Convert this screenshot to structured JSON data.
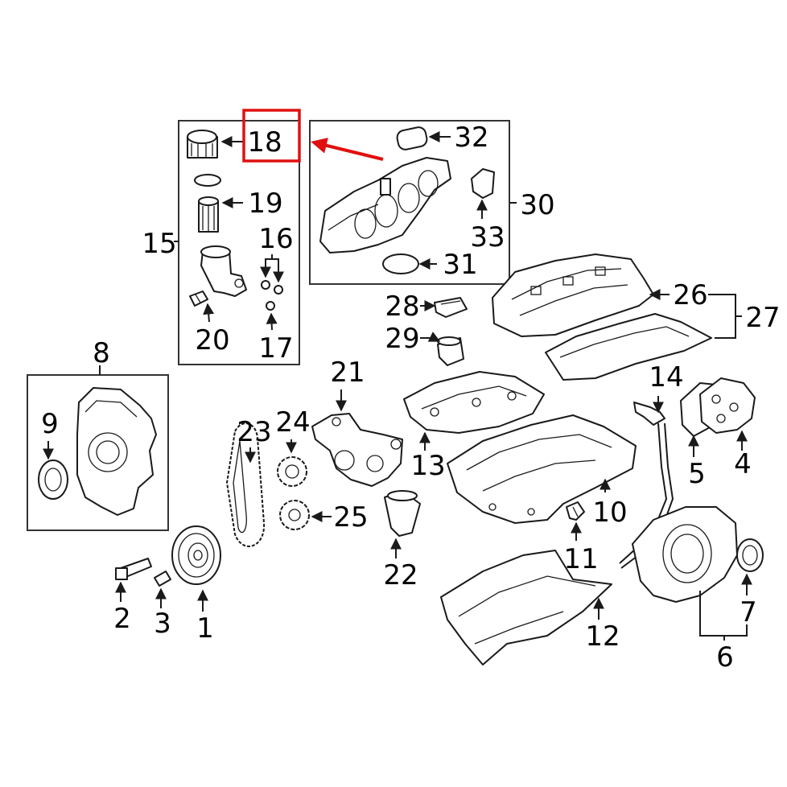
{
  "diagram": {
    "title": "",
    "highlight_color": "#e01010",
    "highlighted_callout": "18",
    "callouts": {
      "c1": "1",
      "c2": "2",
      "c3": "3",
      "c4": "4",
      "c5": "5",
      "c6": "6",
      "c7": "7",
      "c8": "8",
      "c9": "9",
      "c10": "10",
      "c11": "11",
      "c12": "12",
      "c13": "13",
      "c14": "14",
      "c15": "15",
      "c16": "16",
      "c17": "17",
      "c18": "18",
      "c19": "19",
      "c20": "20",
      "c21": "21",
      "c22": "22",
      "c23": "23",
      "c24": "24",
      "c25": "25",
      "c26": "26",
      "c27": "27",
      "c28": "28",
      "c29": "29",
      "c30": "30",
      "c31": "31",
      "c32": "32",
      "c33": "33"
    }
  }
}
